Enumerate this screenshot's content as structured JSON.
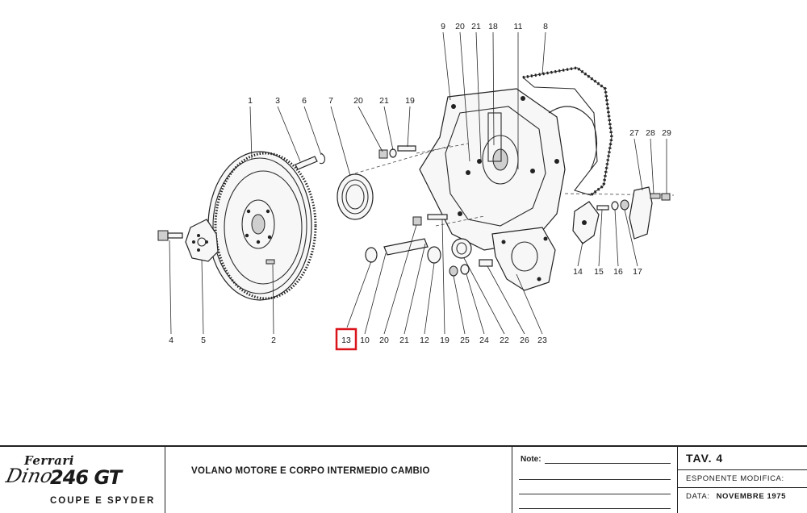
{
  "callouts": {
    "c1": "1",
    "c3": "3",
    "c6": "6",
    "c7": "7",
    "c20a": "20",
    "c21a": "21",
    "c19a": "19",
    "c9": "9",
    "c20b": "20",
    "c21b": "21",
    "c18": "18",
    "c11": "11",
    "c8": "8",
    "c27": "27",
    "c28": "28",
    "c29": "29",
    "c14": "14",
    "c15": "15",
    "c16": "16",
    "c17": "17",
    "c4": "4",
    "c5": "5",
    "c2": "2",
    "c13": "13",
    "c10": "10",
    "c20c": "20",
    "c21c": "21",
    "c12": "12",
    "c19b": "19",
    "c25": "25",
    "c24": "24",
    "c22": "22",
    "c26": "26",
    "c23": "23"
  },
  "highlight": {
    "callout": "13",
    "color": "#d9141b"
  },
  "title_block": {
    "brand": "Ferrari",
    "model_script": "Dino",
    "model_number": "246 GT",
    "model_sub": "COUPE E SPYDER",
    "title": "VOLANO MOTORE E CORPO INTERMEDIO CAMBIO",
    "notes_label": "Note:",
    "tav": "TAV. 4",
    "esponente_label": "ESPONENTE MODIFICA:",
    "data_label": "DATA:",
    "data_value": "NOVEMBRE 1975"
  }
}
